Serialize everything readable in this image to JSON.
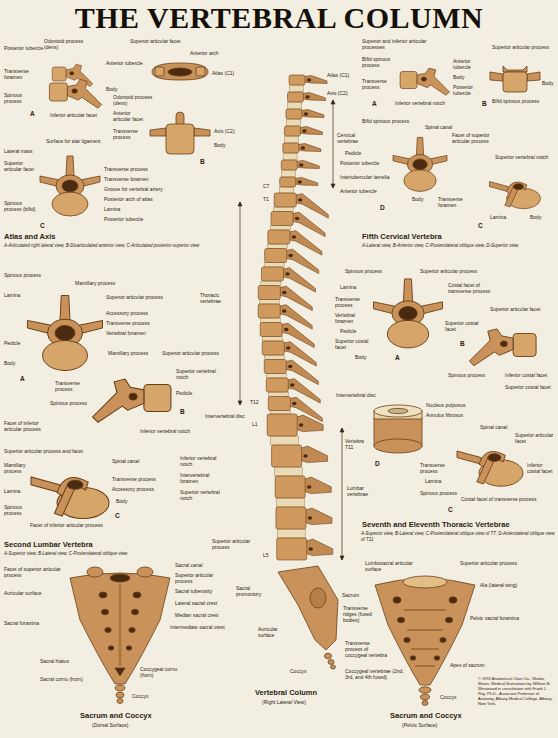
{
  "diagram": {
    "title": "THE VERTEBRAL COLUMN",
    "labels": [
      "Posterior tubercle",
      "Odontoid process (dens)",
      "Transverse foramen",
      "Spinous process",
      "Anterior tubercle",
      "Body",
      "Inferior articular facet",
      "A",
      "Superior articular facet",
      "Anterior arch",
      "Atlas (C1)",
      "Odontoid process (dens)",
      "Anterior articular facet",
      "Transverse process",
      "Axis (C2)",
      "Body",
      "B",
      "Lateral mass",
      "Surface for alar ligament",
      "Superior articular facet",
      "Transverse process",
      "Transverse foramen",
      "Groove for vertebral artery",
      "Posterior arch of atlas",
      "Lamina",
      "Posterior tubercle",
      "Spinous process (bifid)",
      "C",
      "Atlas and Axis",
      "A-Articulated right lateral view, B-Disarticulated anterior view, C-Articulated posterior-superior view",
      "Superior and inferior articular processes",
      "Bifid spinous process",
      "Transverse process",
      "Anterior tubercle",
      "Body",
      "Posterior tubercle",
      "Inferior vertebral notch",
      "A",
      "Superior articular process",
      "Body",
      "Bifid spinous process",
      "B",
      "Bifid spinous process",
      "Spinal canal",
      "Pedicle",
      "Facet of superior articular process",
      "Posterior tubercle",
      "Intertubercular lamella",
      "Anterior tubercle",
      "Body",
      "Transverse foramen",
      "D",
      "Superior vertebral notch",
      "Lamina",
      "Body",
      "C",
      "Fifth Cervical Vertebra",
      "A-Lateral view, B-Anterior view, C-Posterolateral oblique view, D-Superior view",
      "Atlas (C1)",
      "Axis (C2)",
      "Cervical vertebrae",
      "C7",
      "T1",
      "Thoracic vertebrae",
      "Intervertebral disc",
      "T12",
      "L1",
      "Inferior vertebral notch",
      "Intervertebral foramen",
      "Superior vertebral notch",
      "Lumbar vertebrae",
      "L5",
      "Superior articular process",
      "Sacral promontory",
      "Sacrum",
      "Auricular surface",
      "Coccyx",
      "Vertebral Column",
      "(Right Lateral View)",
      "Spinous process",
      "Mamillary process",
      "Lamina",
      "Superior articular process",
      "Accessory process",
      "Transverse process",
      "Vertebral foramen",
      "Pedicle",
      "Body",
      "A",
      "Mamillary process",
      "Superior articular process",
      "Superior vertebral notch",
      "Transverse process",
      "Pedicle",
      "Spinous process",
      "Inferior vertebral notch",
      "Facet of inferior articular process",
      "B",
      "Superior articular process and facet",
      "Mamillary process",
      "Spinal canal",
      "Transverse process",
      "Accessory process",
      "Lamina",
      "Body",
      "Spinous process",
      "C",
      "Facet of inferior articular process",
      "Second Lumbar Vertebra",
      "A-Superior view, B-Lateral view, C-Posterolateral oblique view",
      "Spinous process",
      "Superior articular process",
      "Lamina",
      "Transverse process",
      "Vertebral foramen",
      "Pedicle",
      "Superior costal facet",
      "Body",
      "A",
      "Costal facet of transverse process",
      "Superior costal facet",
      "Superior articular facet",
      "Spinous process",
      "Inferior costal facet",
      "Superior costal facet",
      "B",
      "Intervertebral disc",
      "Nucleus pulposus",
      "Annulus fibrosus",
      "Vertebra T11",
      "D",
      "Spinal canal",
      "Superior articular facet",
      "Transverse process",
      "Lamina",
      "Spinous process",
      "Inferior costal facet",
      "Costal facet of transverse process",
      "C",
      "Seventh and Eleventh Thoracic Vertebrae",
      "A-Superior view, B-Lateral view, C-Posterolateral oblique view of T7, D-Anterolateral oblique view of T11",
      "Facet of superior articular process",
      "Sacral canal",
      "Superior articular process",
      "Sacral tuberosity",
      "Auricular surface",
      "Lateral sacral crest",
      "Median sacral crest",
      "Intermediate sacral crest",
      "Sacral foramina",
      "Sacral hiatus",
      "Coccygeal cornu (horn)",
      "Sacral cornu (horn)",
      "Coccyx",
      "Sacrum and Coccyx",
      "(Dorsal Surface)",
      "Lumbosacral articular surface",
      "Superior articular process",
      "Ala (lateral wing)",
      "Transverse ridges (fused bodies)",
      "Pelvic sacral foramina",
      "Transverse process of coccygeal vertebra",
      "Apex of sacrum",
      "Coccygeal vertebrae (2nd, 3rd, and 4th fused)",
      "Coccyx",
      "© 1992 Anatomical Chart Co., Skokie, Illinois. Medical illustrations by William B. Westwood in consultation with Frank L. Roy, Ph.D., Associate Professor of Anatomy, Albany Medical College, Albany, New York.",
      "Sacrum and Coccyx",
      "(Pelvic Surface)"
    ]
  }
}
